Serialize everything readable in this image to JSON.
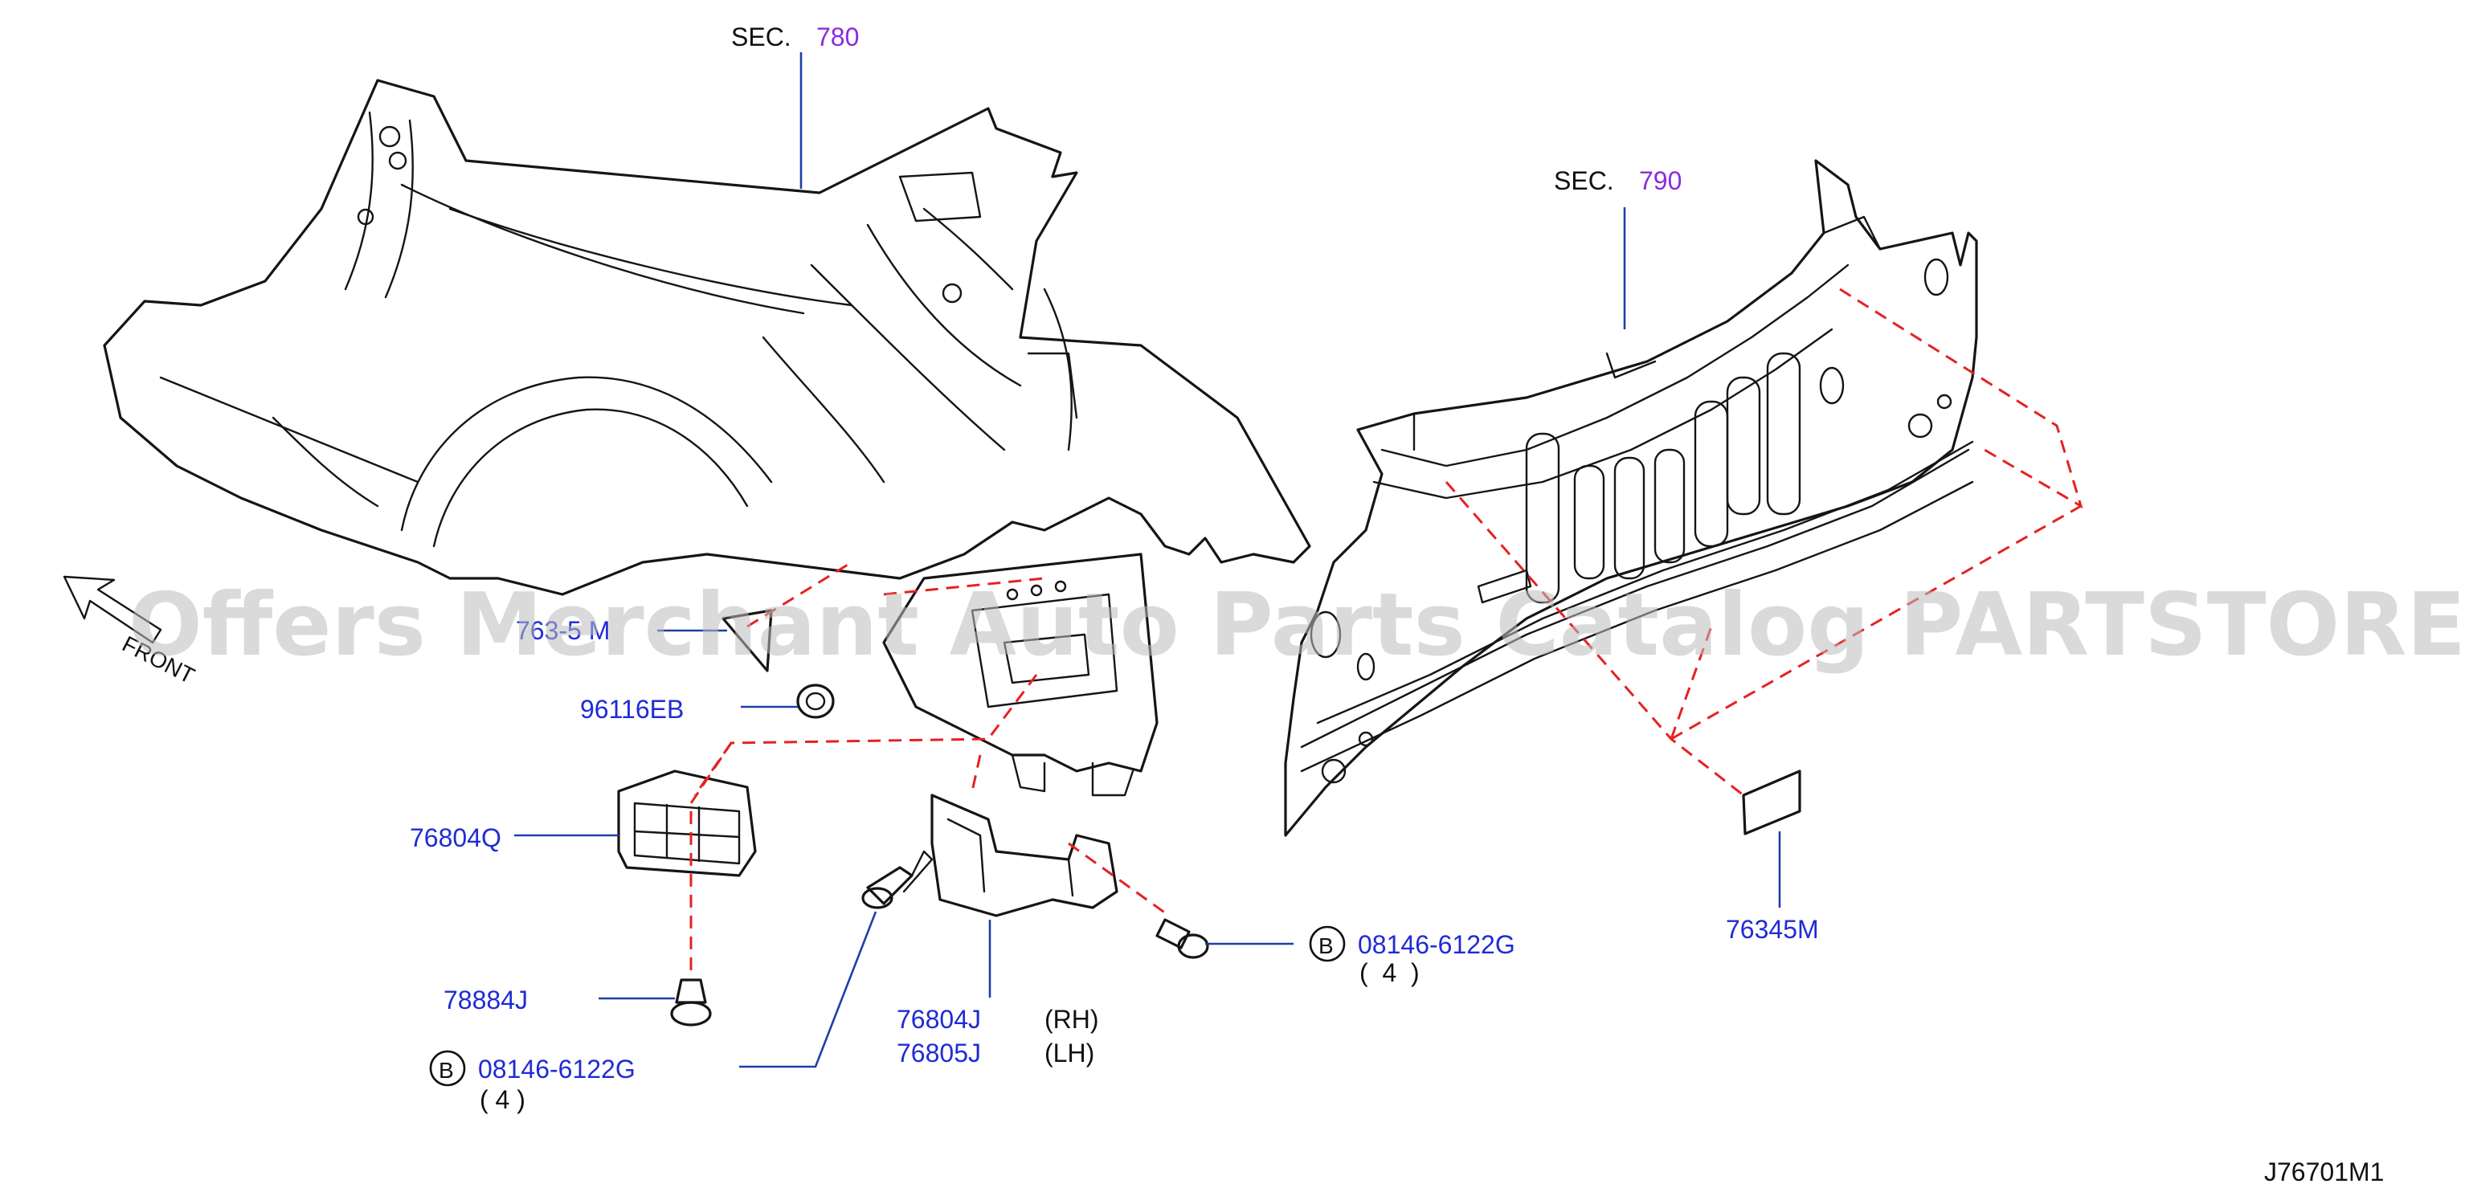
{
  "sections": [
    {
      "prefix": "SEC.",
      "number": "780"
    },
    {
      "prefix": "SEC.",
      "number": "790"
    }
  ],
  "parts": {
    "p76345m_obscured": "763-5 M",
    "p96116eb": "96116EB",
    "p76804q": "76804Q",
    "p78884j": "78884J",
    "p76804j": "76804J",
    "p76804j_side": "(RH)",
    "p76805j": "76805J",
    "p76805j_side": "(LH)",
    "p76345m": "76345M",
    "bolt_right": {
      "callout": "B",
      "part": "08146-6122G",
      "qty": "( 4 )"
    },
    "bolt_left": {
      "callout": "B",
      "part": "08146-6122G",
      "qty": "( 4 )"
    }
  },
  "front_label": "FRONT",
  "diagram_id": "J76701M1",
  "watermark": "Offers Merchant Auto Parts Catalog PARTSTORE.SA",
  "colors": {
    "part_label": "#1f2bd6",
    "section_number": "#8b2bdc",
    "leader": "#1f3fa8",
    "dashed_guide": "#e52222",
    "watermark": "#bdbdbd"
  }
}
